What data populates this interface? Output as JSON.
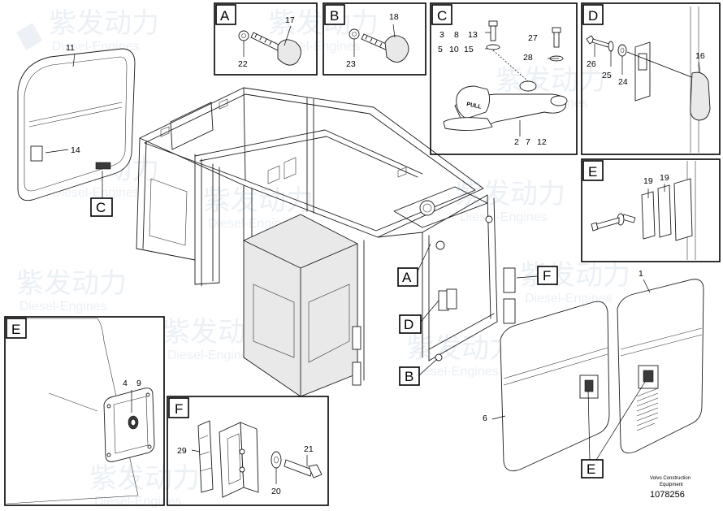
{
  "callout_letters": [
    "A",
    "B",
    "C",
    "D",
    "E",
    "E",
    "F",
    "A",
    "B",
    "C",
    "D",
    "E",
    "F"
  ],
  "parts": {
    "n1": "1",
    "n2": "2",
    "n3": "3",
    "n4": "4",
    "n5": "5",
    "n6": "6",
    "n7": "7",
    "n8": "8",
    "n9": "9",
    "n10": "10",
    "n11": "11",
    "n12": "12",
    "n13": "13",
    "n14": "14",
    "n15": "15",
    "n16": "16",
    "n17": "17",
    "n18": "18",
    "n19a": "19",
    "n19b": "19",
    "n20": "20",
    "n21": "21",
    "n22": "22",
    "n23": "23",
    "n24": "24",
    "n25": "25",
    "n26": "26",
    "n27": "27",
    "n28": "28",
    "n29": "29"
  },
  "pull_label": "PULL",
  "watermark": {
    "brand": "紫发动力",
    "sub": "Diesel-Engines"
  },
  "footer": {
    "company_line1": "Volvo Construction",
    "company_line2": "Equipment",
    "drawing_number": "1078256"
  }
}
